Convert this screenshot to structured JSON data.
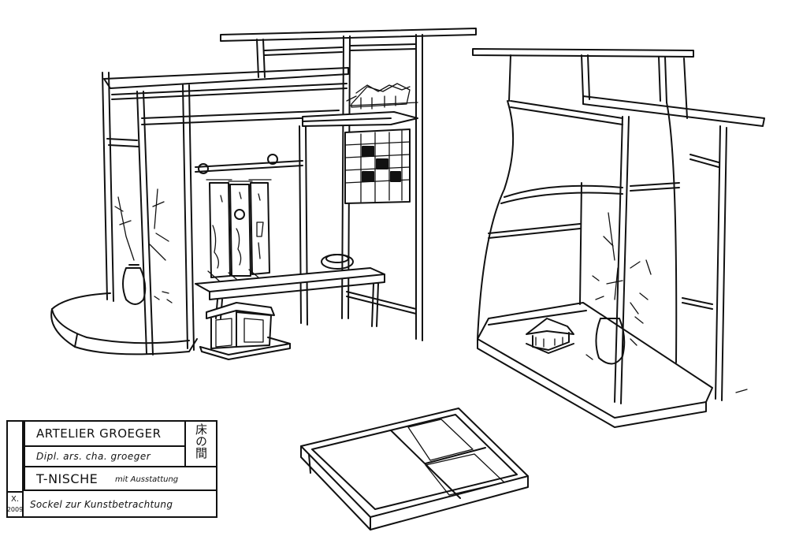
{
  "title_block": {
    "studio_name": "ARTELIER GROEGER",
    "owner": "Dipl. ars. cha. groeger",
    "kanji": "床の間",
    "project_main": "T-NISCHE",
    "project_sub": "mit Ausstattung",
    "subtitle": "Sockel zur Kunstbetrachtung",
    "date_month": "X.",
    "date_year": "2009"
  },
  "colors": {
    "ink": "#111111",
    "paper": "#ffffff"
  }
}
